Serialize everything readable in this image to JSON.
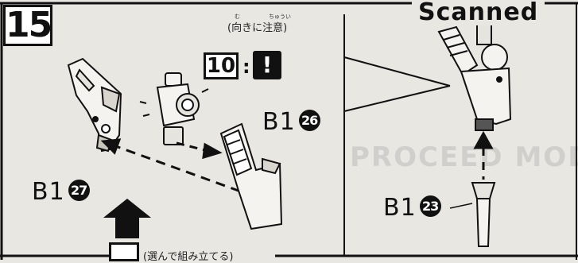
{
  "step": {
    "number": "15"
  },
  "watermark": "Scanned",
  "caution": {
    "text": "(向きに注意)",
    "ruby_mu": "む",
    "ruby_chuui": "ちゅうい"
  },
  "reference": {
    "step_ref": "10",
    "separator": ":",
    "icon": "!"
  },
  "parts": [
    {
      "code": "B1",
      "number": "27"
    },
    {
      "code": "B1",
      "number": "26"
    },
    {
      "code": "B1",
      "number": "23"
    }
  ],
  "footer": {
    "text": "(選んで組み立てる)"
  },
  "background_print": "PROCEED MODEL KIT"
}
